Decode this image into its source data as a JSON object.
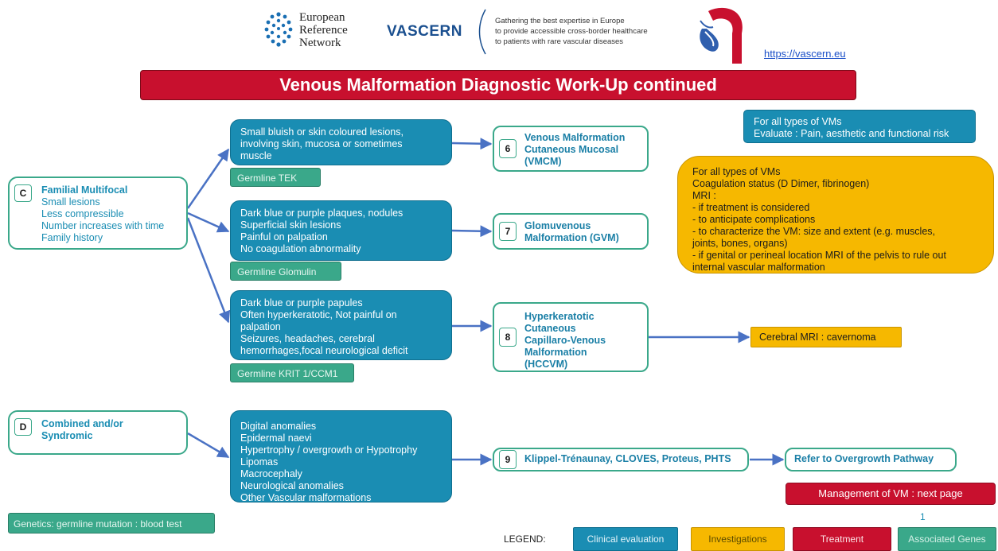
{
  "header": {
    "ern_line1": "European",
    "ern_line2": "Reference",
    "ern_line3": "Network",
    "vascern": "VASCERN",
    "tagline": "Gathering the best expertise in Europe\nto provide accessible cross-border healthcare\nto patients with rare vascular diseases",
    "url": "https://vascern.eu"
  },
  "title": "Venous Malformation Diagnostic Work-Up continued",
  "entries": [
    {
      "letter": "C",
      "title": "Familial Multifocal",
      "body": "Small lesions\nLess compressible\nNumber increases with time\nFamily history"
    },
    {
      "letter": "D",
      "title": "Combined and/or\nSyndromic",
      "body": ""
    }
  ],
  "clinical": [
    "Small bluish or skin coloured lesions,\ninvolving skin, mucosa or sometimes\nmuscle",
    "Dark blue or purple plaques, nodules\nSuperficial skin lesions\nPainful on palpation\nNo coagulation abnormality",
    "Dark blue or purple papules\nOften hyperkeratotic, Not painful on\npalpation\nSeizures, headaches, cerebral\nhemorrhages,focal neurological deficit",
    "Digital anomalies\nEpidermal naevi\nHypertrophy / overgrowth or Hypotrophy\nLipomas\nMacrocephaly\nNeurological anomalies\nOther Vascular malformations"
  ],
  "genes": [
    "Germline TEK",
    "Germline Glomulin",
    "Germline KRIT 1/CCM1"
  ],
  "diagnoses": [
    {
      "num": "6",
      "label": "Venous Malformation\nCutaneous Mucosal\n(VMCM)"
    },
    {
      "num": "7",
      "label": "Glomuvenous\nMalformation (GVM)"
    },
    {
      "num": "8",
      "label": "Hyperkeratotic\nCutaneous\nCapillaro-Venous\nMalformation\n(HCCVM)"
    },
    {
      "num": "9",
      "label": "Klippel-Trénaunay, CLOVES, Proteus, PHTS"
    }
  ],
  "overgrowth": "Refer to  Overgrowth Pathway",
  "cerebral_mri": "Cerebral MRI : cavernoma",
  "info_blue": "For all types of VMs\nEvaluate : Pain, aesthetic and functional risk",
  "info_orange": "For all types of VMs\nCoagulation status (D Dimer, fibrinogen)\nMRI :\n-    if treatment is considered\n       - to anticipate complications\n       - to characterize the VM: size and extent (e.g. muscles,\n       joints, bones, organs)\n       - if genital or perineal location MRI of the pelvis to rule out\n       internal vascular malformation",
  "management": "Management of  VM : next page",
  "genetics_note": "Genetics: germline mutation : blood test",
  "page_number": "1",
  "legend": {
    "label": "LEGEND:",
    "items": [
      {
        "text": "Clinical evaluation",
        "color": "#1a8db3"
      },
      {
        "text": "Investigations",
        "color": "#f6b800"
      },
      {
        "text": "Treatment",
        "color": "#c8102e"
      },
      {
        "text": "Associated Genes",
        "color": "#3aa88a"
      }
    ]
  },
  "colors": {
    "clinical": "#1a8db3",
    "investigation": "#f6b800",
    "treatment": "#c8102e",
    "genes": "#3aa88a",
    "arrow": "#4a72c4"
  },
  "icons": [
    "ern-logo-icon",
    "vascern-heart-logo-icon"
  ]
}
